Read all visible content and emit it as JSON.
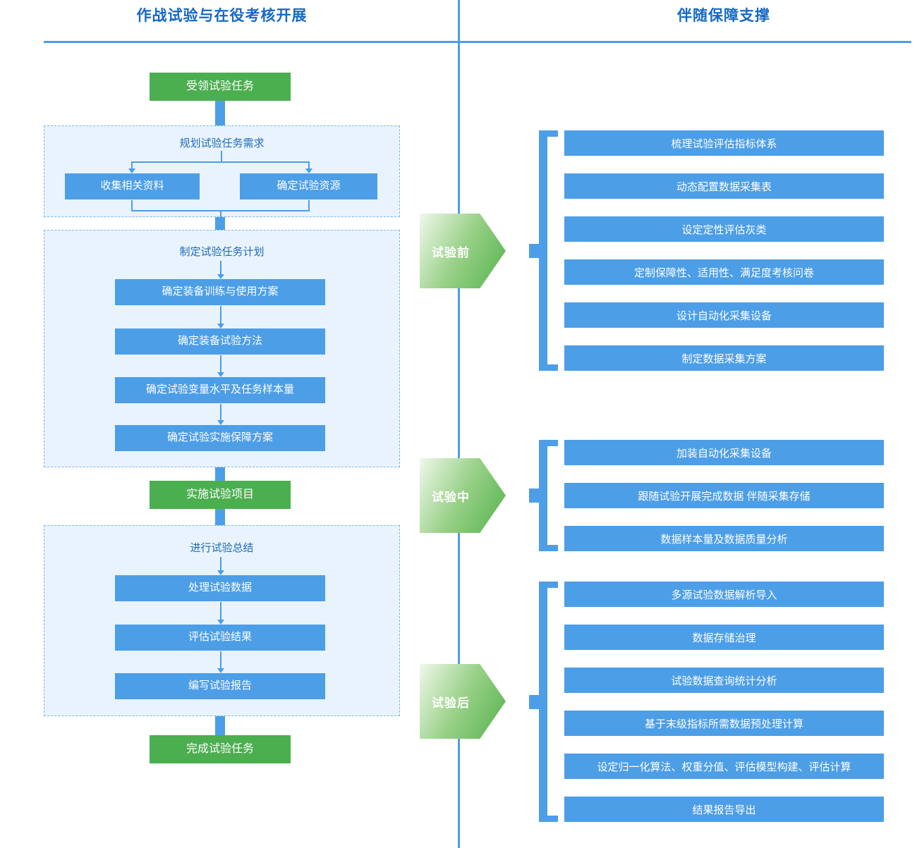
{
  "header": {
    "left_title": "作战试验与在役考核开展",
    "right_title": "伴随保障支撑"
  },
  "left_flow": {
    "start": "受领试验任务",
    "plan_group": {
      "label": "规划试验任务需求",
      "items": [
        "收集相关资料",
        "确定试验资源"
      ]
    },
    "task_plan_group": {
      "label": "制定试验任务计划",
      "items": [
        "确定装备训练与使用方案",
        "确定装备试验方法",
        "确定试验变量水平及任务样本量",
        "确定试验实施保障方案"
      ]
    },
    "implement": "实施试验项目",
    "summary_group": {
      "label": "进行试验总结",
      "items": [
        "处理试验数据",
        "评估试验结果",
        "编写试验报告"
      ]
    },
    "finish": "完成试验任务"
  },
  "right_panel": {
    "groups": [
      {
        "stage": "试验前",
        "items": [
          "梳理试验评估指标体系",
          "动态配置数据采集表",
          "设定定性评估灰类",
          "定制保障性、适用性、满足度考核问卷",
          "设计自动化采集设备",
          "制定数据采集方案"
        ]
      },
      {
        "stage": "试验中",
        "items": [
          "加装自动化采集设备",
          "跟随试验开展完成数据 伴随采集存储",
          "数据样本量及数据质量分析"
        ]
      },
      {
        "stage": "试验后",
        "items": [
          "多源试验数据解析导入",
          "数据存储治理",
          "试验数据查询统计分析",
          "基于末级指标所需数据预处理计算",
          "设定归一化算法、权重分值、评估模型构建、评估计算",
          "结果报告导出"
        ]
      }
    ]
  },
  "colors": {
    "primary_blue": "#4C9EE7",
    "node_green": "#4BAE4F",
    "title_blue": "#1668C4",
    "group_fill": "#E8F3FD",
    "group_border": "#7EB6E8",
    "stage_gradient_start": "#EFF8EB",
    "stage_gradient_end": "#54B24C"
  }
}
